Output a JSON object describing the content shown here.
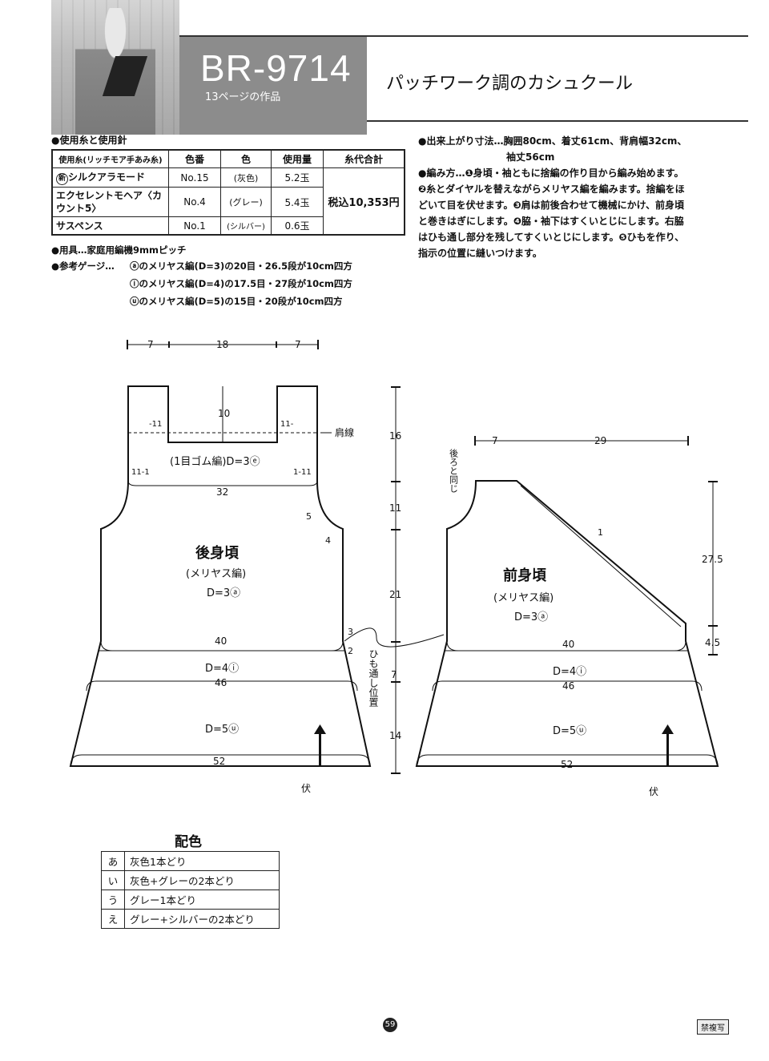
{
  "header": {
    "code": "BR-9714",
    "subcode": "13ページの作品",
    "title": "パッチワーク調のカシュクール"
  },
  "yarn_section": {
    "heading": "●使用糸と使用針",
    "columns": [
      "使用糸(リッチモア手あみ糸)",
      "色番",
      "色",
      "使用量",
      "糸代合計"
    ],
    "rows": [
      {
        "name": "シルクアラモード",
        "badge": "新",
        "number": "No.15",
        "color": "(灰色)",
        "amount": "5.2玉"
      },
      {
        "name": "エクセレントモヘア〈カウント5〉",
        "number": "No.4",
        "color": "(グレー)",
        "amount": "5.4玉"
      },
      {
        "name": "サスペンス",
        "number": "No.1",
        "color": "(シルバー)",
        "amount": "0.6玉"
      }
    ],
    "total": "税込10,353円"
  },
  "tools": "●用具…家庭用編機9mmピッチ",
  "gauge": {
    "label": "●参考ゲージ…",
    "lines": [
      "ⓐのメリヤス編(D=3)の20目・26.5段が10cm四方",
      "ⓘのメリヤス編(D=4)の17.5目・27段が10cm四方",
      "ⓤのメリヤス編(D=5)の15目・20段が10cm四方"
    ]
  },
  "specs": {
    "size_label": "●出来上がり寸法…",
    "size_text": "胸囲80cm、着丈61cm、背肩幅32cm、",
    "size_text2": "袖丈56cm",
    "method_label": "●編み方…",
    "method_lines": [
      "❶身頃・袖ともに捨編の作り目から編み始めます。",
      "❷糸とダイヤルを替えながらメリヤス編を編みます。捨編をほ",
      "どいて目を伏せます。❸肩は前後合わせて機械にかけ、前身頃",
      "と巻きはぎにします。❹脇・袖下はすくいとじにします。右脇",
      "はひも通し部分を残してすくいとじにします。❺ひもを作り、",
      "指示の位置に縫いつけます。"
    ]
  },
  "back": {
    "top_dims": [
      "7",
      "18",
      "7"
    ],
    "neck_depth": "10",
    "shoulder_line": "肩線",
    "rib": "(1目ゴム編)D=3ⓔ",
    "width_32": "32",
    "title": "後身頃",
    "stitch": "(メリヤス編)",
    "dial": "D=3ⓐ",
    "w40": "40",
    "dial2": "D=4ⓘ",
    "w46": "46",
    "dial3": "D=5ⓤ",
    "w52": "52",
    "fuse": "伏",
    "armhole_marks": [
      "5",
      "4"
    ],
    "side_marks": [
      "3",
      "2"
    ],
    "tick_a": "-11",
    "tick_b": "11-",
    "tick_c": "11-1",
    "tick_d": "1-11",
    "heights": [
      "16",
      "11",
      "21",
      "7",
      "14"
    ]
  },
  "cord_label": "ひも通し位置",
  "front": {
    "top_dims": [
      "7",
      "29"
    ],
    "same_as_back": "後ろと同じ",
    "title": "前身頃",
    "stitch": "(メリヤス編)",
    "dial": "D=3ⓐ",
    "w40": "40",
    "dial2": "D=4ⓘ",
    "w46": "46",
    "dial3": "D=5ⓤ",
    "w52": "52",
    "fuse": "伏",
    "diag_mark": "1",
    "heights": [
      "27.5",
      "4.5"
    ]
  },
  "color_table": {
    "title": "配色",
    "rows": [
      {
        "key": "あ",
        "value": "灰色1本どり"
      },
      {
        "key": "い",
        "value": "灰色+グレーの2本どり"
      },
      {
        "key": "う",
        "value": "グレー1本どり"
      },
      {
        "key": "え",
        "value": "グレー+シルバーの2本どり"
      }
    ]
  },
  "page_number": "59",
  "stamp": "禁複写"
}
